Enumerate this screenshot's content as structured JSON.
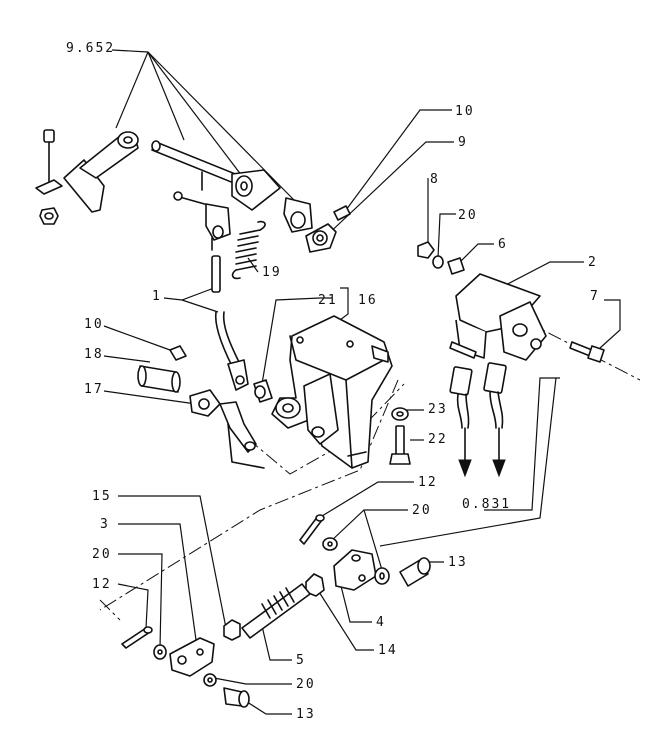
{
  "callouts": {
    "c_9652": "9.652",
    "c_10_top": "10",
    "c_9": "9",
    "c_8": "8",
    "c_20_top": "20",
    "c_6": "6",
    "c_2": "2",
    "c_7": "7",
    "c_19": "19",
    "c_1": "1",
    "c_21": "21",
    "c_16": "16",
    "c_10_left": "10",
    "c_18": "18",
    "c_17": "17",
    "c_23": "23",
    "c_22": "22",
    "c_0831": "0.831",
    "c_12_mid": "12",
    "c_20_mid": "20",
    "c_15": "15",
    "c_3": "3",
    "c_20_left": "20",
    "c_12_left": "12",
    "c_13_right": "13",
    "c_4": "4",
    "c_5": "5",
    "c_14": "14",
    "c_20_bot": "20",
    "c_13_bot": "13"
  }
}
